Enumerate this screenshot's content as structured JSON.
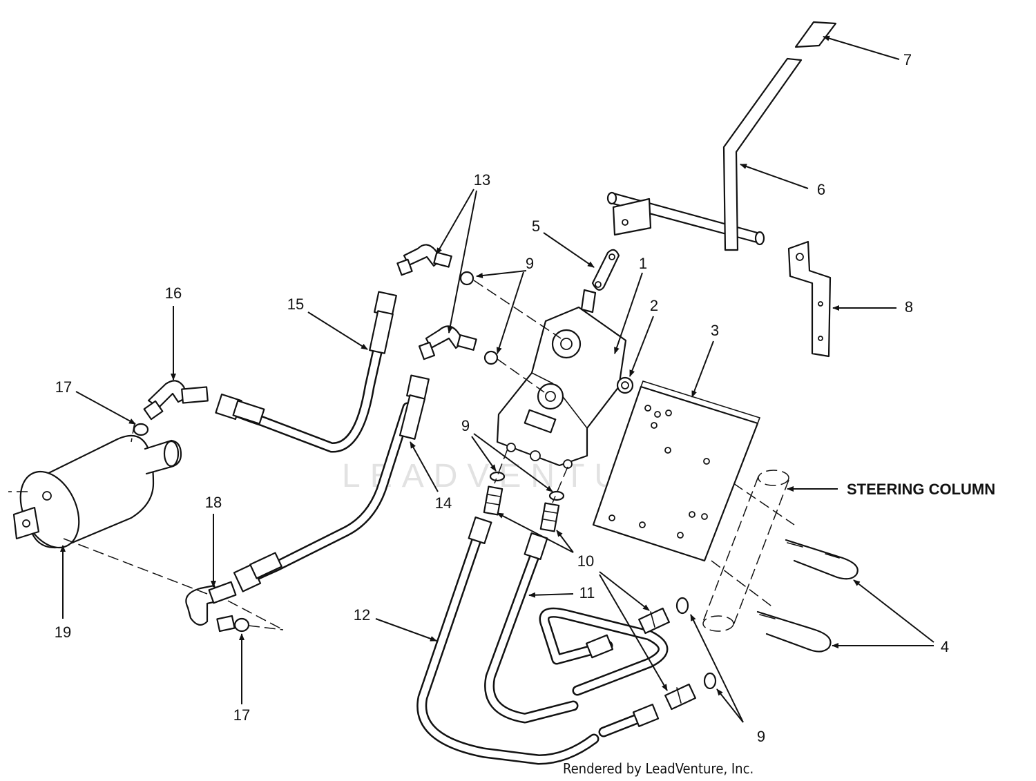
{
  "diagram": {
    "watermark": "LEADVENTURE",
    "credit": "Rendered by LeadVenture, Inc.",
    "label_steering_column": "STEERING COLUMN",
    "callouts": [
      {
        "id": "c1",
        "text": "1"
      },
      {
        "id": "c2",
        "text": "2"
      },
      {
        "id": "c3",
        "text": "3"
      },
      {
        "id": "c4",
        "text": "4"
      },
      {
        "id": "c5",
        "text": "5"
      },
      {
        "id": "c6",
        "text": "6"
      },
      {
        "id": "c7",
        "text": "7"
      },
      {
        "id": "c8",
        "text": "8"
      },
      {
        "id": "c9a",
        "text": "9"
      },
      {
        "id": "c9b",
        "text": "9"
      },
      {
        "id": "c9c",
        "text": "9"
      },
      {
        "id": "c10",
        "text": "10"
      },
      {
        "id": "c11",
        "text": "11"
      },
      {
        "id": "c12",
        "text": "12"
      },
      {
        "id": "c13",
        "text": "13"
      },
      {
        "id": "c14",
        "text": "14"
      },
      {
        "id": "c15",
        "text": "15"
      },
      {
        "id": "c16",
        "text": "16"
      },
      {
        "id": "c17a",
        "text": "17"
      },
      {
        "id": "c17b",
        "text": "17"
      },
      {
        "id": "c18",
        "text": "18"
      },
      {
        "id": "c19",
        "text": "19"
      }
    ]
  }
}
